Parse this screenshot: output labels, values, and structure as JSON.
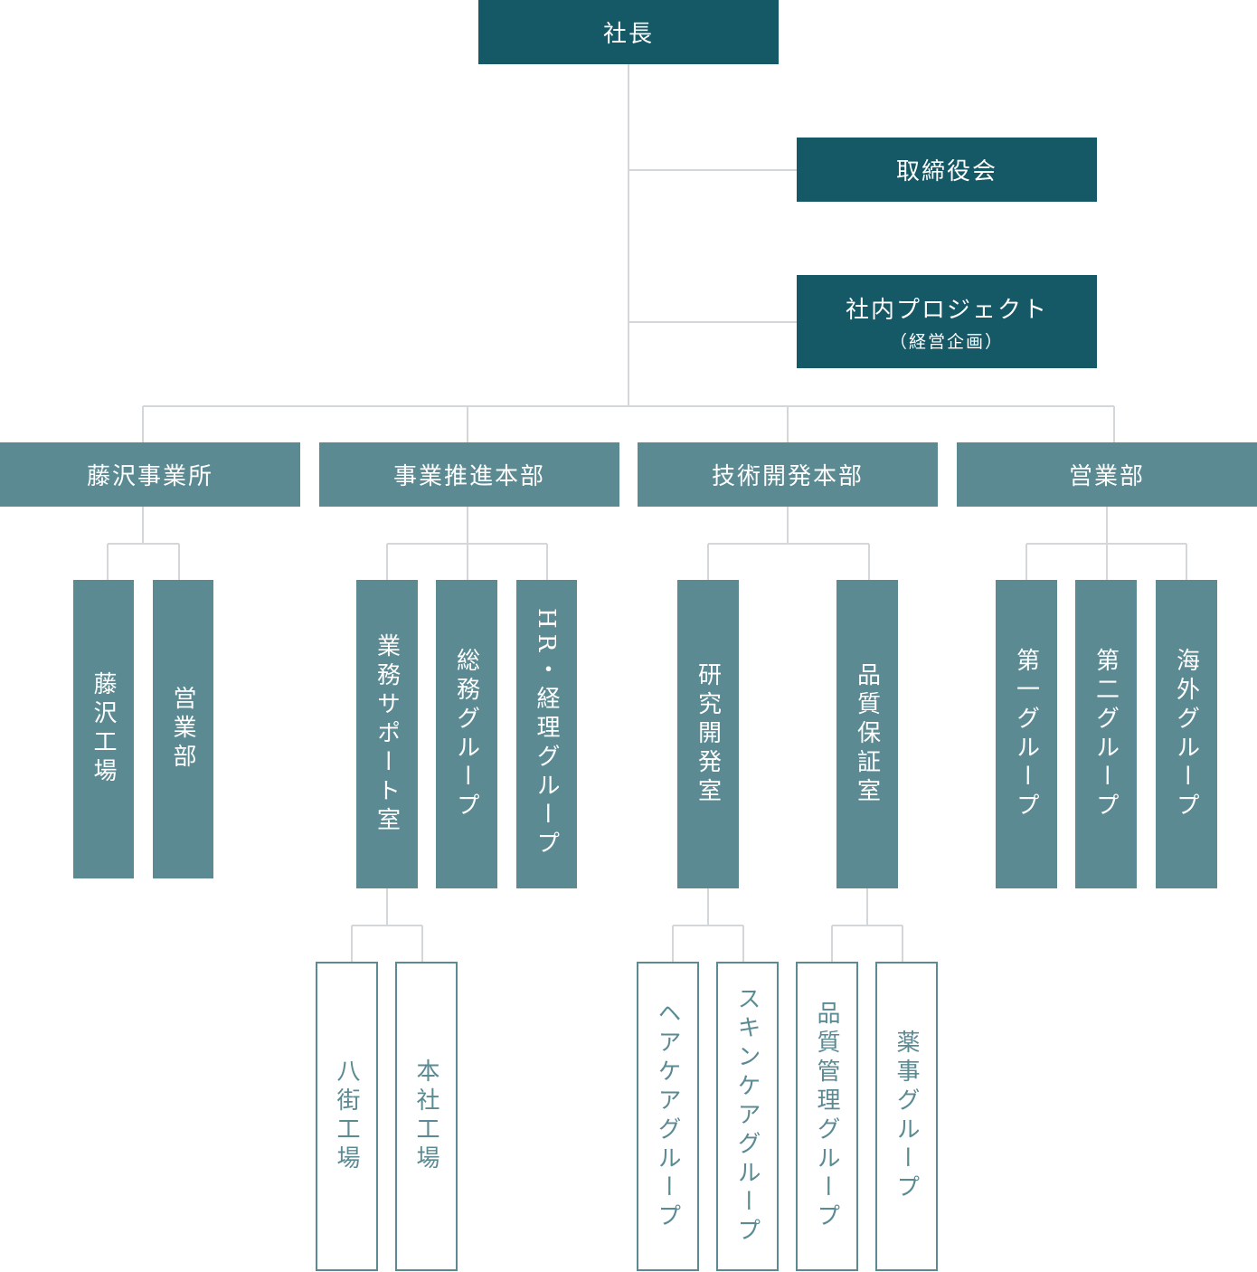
{
  "colors": {
    "primary": "#155866",
    "secondary": "#5b8a93",
    "line": "#d4d7da"
  },
  "president": "社長",
  "board": "取締役会",
  "project": {
    "title": "社内プロジェクト",
    "subtitle": "（経営企画）"
  },
  "divisions": [
    {
      "name": "藤沢事業所",
      "groups": [
        {
          "name": "藤沢工場"
        },
        {
          "name": "営業部"
        }
      ]
    },
    {
      "name": "事業推進本部",
      "groups": [
        {
          "name": "業務サポート室",
          "subgroups": [
            {
              "name": "八街工場"
            },
            {
              "name": "本社工場"
            }
          ]
        },
        {
          "name": "総務グループ"
        },
        {
          "name": "HR・経理グループ"
        }
      ]
    },
    {
      "name": "技術開発本部",
      "groups": [
        {
          "name": "研究開発室",
          "subgroups": [
            {
              "name": "ヘアケアグループ"
            },
            {
              "name": "スキンケアグループ"
            }
          ]
        },
        {
          "name": "品質保証室",
          "subgroups": [
            {
              "name": "品質管理グループ"
            },
            {
              "name": "薬事グループ"
            }
          ]
        }
      ]
    },
    {
      "name": "営業部",
      "groups": [
        {
          "name": "第一グループ"
        },
        {
          "name": "第二グループ"
        },
        {
          "name": "海外グループ"
        }
      ]
    }
  ]
}
